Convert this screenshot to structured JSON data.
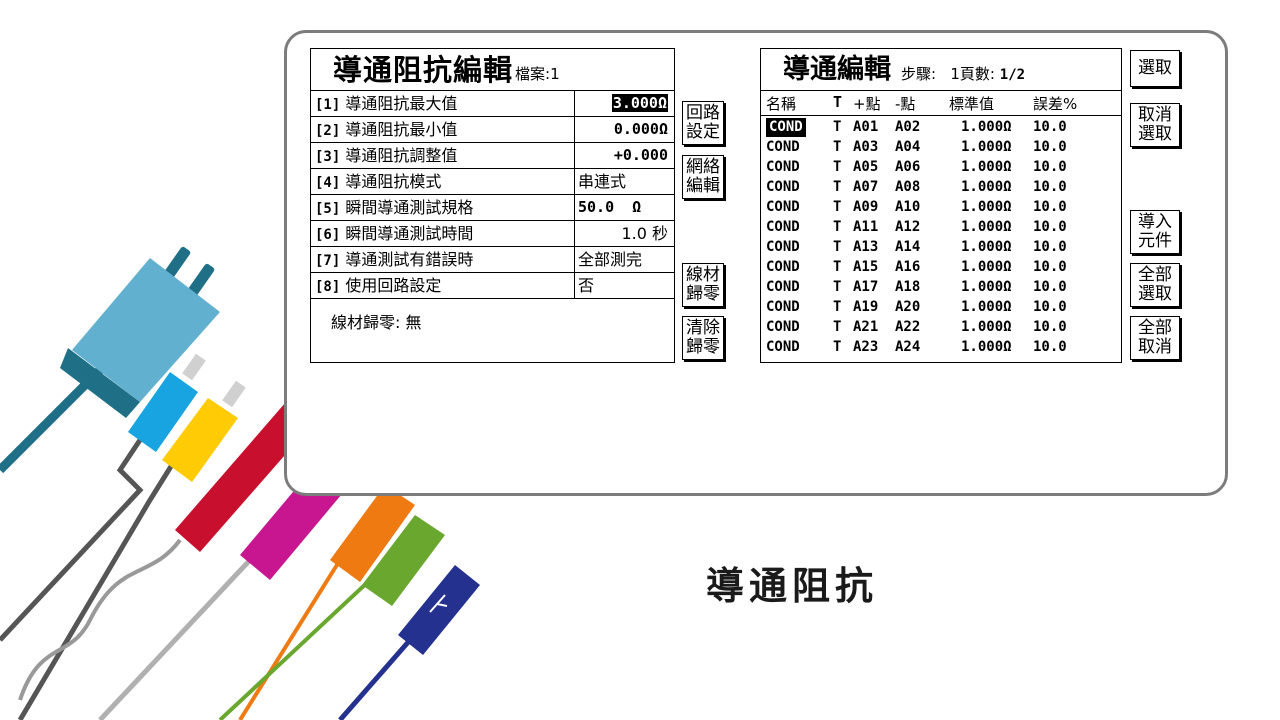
{
  "left_panel": {
    "title": "導通阻抗編輯",
    "file_label": "檔案:1",
    "rows": [
      {
        "num": "[1]",
        "label": "導通阻抗最大值",
        "value": "3.000Ω"
      },
      {
        "num": "[2]",
        "label": "導通阻抗最小值",
        "value": "0.000Ω"
      },
      {
        "num": "[3]",
        "label": "導通阻抗調整值",
        "value": "+0.000"
      },
      {
        "num": "[4]",
        "label": "導通阻抗模式",
        "value": "串連式"
      },
      {
        "num": "[5]",
        "label": "瞬間導通測試規格",
        "value": "50.0  Ω"
      },
      {
        "num": "[6]",
        "label": "瞬間導通測試時間",
        "value": "1.0 秒"
      },
      {
        "num": "[7]",
        "label": "導通測試有錯誤時",
        "value": "全部測完"
      },
      {
        "num": "[8]",
        "label": "使用回路設定",
        "value": "否"
      }
    ],
    "wire_zero": "線材歸零: 無"
  },
  "side_buttons": [
    {
      "line1": "回路",
      "line2": "設定"
    },
    {
      "line1": "網絡",
      "line2": "編輯"
    },
    {
      "line1": "線材",
      "line2": "歸零"
    },
    {
      "line1": "清除",
      "line2": "歸零"
    }
  ],
  "right_panel": {
    "title": "導通編輯",
    "step_label": "步驟:",
    "page_label": "1頁數:",
    "page_value": "1/2",
    "columns": [
      "名稱",
      "T",
      "+點",
      "-點",
      "標準值",
      "誤差%"
    ],
    "rows": [
      {
        "name": "COND",
        "t": "T",
        "plus": "A01",
        "minus": "A02",
        "std": "1.000Ω",
        "err": "10.0",
        "selected": true
      },
      {
        "name": "COND",
        "t": "T",
        "plus": "A03",
        "minus": "A04",
        "std": "1.000Ω",
        "err": "10.0"
      },
      {
        "name": "COND",
        "t": "T",
        "plus": "A05",
        "minus": "A06",
        "std": "1.000Ω",
        "err": "10.0"
      },
      {
        "name": "COND",
        "t": "T",
        "plus": "A07",
        "minus": "A08",
        "std": "1.000Ω",
        "err": "10.0"
      },
      {
        "name": "COND",
        "t": "T",
        "plus": "A09",
        "minus": "A10",
        "std": "1.000Ω",
        "err": "10.0"
      },
      {
        "name": "COND",
        "t": "T",
        "plus": "A11",
        "minus": "A12",
        "std": "1.000Ω",
        "err": "10.0"
      },
      {
        "name": "COND",
        "t": "T",
        "plus": "A13",
        "minus": "A14",
        "std": "1.000Ω",
        "err": "10.0"
      },
      {
        "name": "COND",
        "t": "T",
        "plus": "A15",
        "minus": "A16",
        "std": "1.000Ω",
        "err": "10.0"
      },
      {
        "name": "COND",
        "t": "T",
        "plus": "A17",
        "minus": "A18",
        "std": "1.000Ω",
        "err": "10.0"
      },
      {
        "name": "COND",
        "t": "T",
        "plus": "A19",
        "minus": "A20",
        "std": "1.000Ω",
        "err": "10.0"
      },
      {
        "name": "COND",
        "t": "T",
        "plus": "A21",
        "minus": "A22",
        "std": "1.000Ω",
        "err": "10.0"
      },
      {
        "name": "COND",
        "t": "T",
        "plus": "A23",
        "minus": "A24",
        "std": "1.000Ω",
        "err": "10.0"
      }
    ]
  },
  "right_buttons": [
    {
      "line1": "選取",
      "line2": ""
    },
    {
      "line1": "取消",
      "line2": "選取"
    },
    {
      "line1": "導入",
      "line2": "元件"
    },
    {
      "line1": "全部",
      "line2": "選取"
    },
    {
      "line1": "全部",
      "line2": "取消"
    }
  ],
  "caption": "導通阻抗",
  "cable_colors": [
    "#1f6f86",
    "#62b0cf",
    "#17a4e0",
    "#ffcb05",
    "#c8102e",
    "#c7168f",
    "#f07a12",
    "#6aa72f",
    "#24318f",
    "#555555",
    "#b0b0b0"
  ]
}
